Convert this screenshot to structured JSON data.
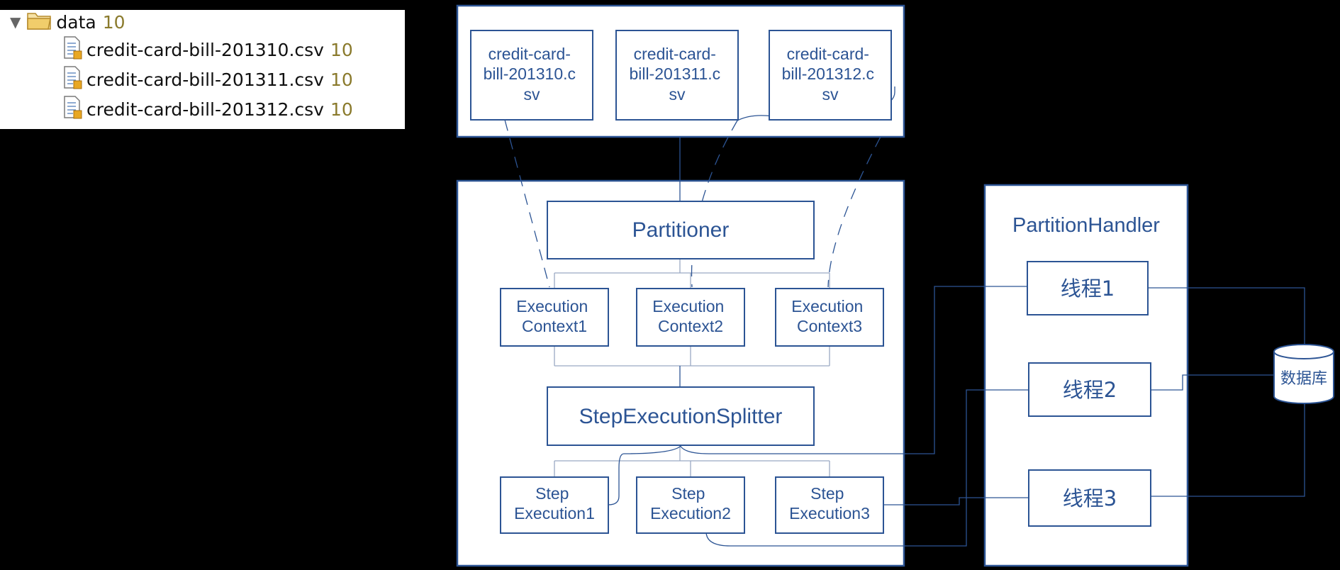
{
  "file_tree": {
    "folder": {
      "name": "data",
      "count": "10"
    },
    "files": [
      {
        "name": "credit-card-bill-201310.csv",
        "count": "10"
      },
      {
        "name": "credit-card-bill-201311.csv",
        "count": "10"
      },
      {
        "name": "credit-card-bill-201312.csv",
        "count": "10"
      }
    ]
  },
  "input_files": [
    [
      "credit-card-",
      "bill-201310.c",
      "sv"
    ],
    [
      "credit-card-",
      "bill-201311.c",
      "sv"
    ],
    [
      "credit-card-",
      "bill-201312.c",
      "sv"
    ]
  ],
  "partitioner": "Partitioner",
  "execution_contexts": [
    [
      "Execution",
      "Context1"
    ],
    [
      "Execution",
      "Context2"
    ],
    [
      "Execution",
      "Context3"
    ]
  ],
  "splitter": "StepExecutionSplitter",
  "step_executions": [
    [
      "Step",
      "Execution1"
    ],
    [
      "Step",
      "Execution2"
    ],
    [
      "Step",
      "Execution3"
    ]
  ],
  "partition_handler": {
    "title": "PartitionHandler",
    "threads": [
      "线程1",
      "线程2",
      "线程3"
    ]
  },
  "database": "数据库",
  "colors": {
    "stroke": "#2c5494",
    "background": "#000000",
    "count_text": "#8a7a2c"
  }
}
